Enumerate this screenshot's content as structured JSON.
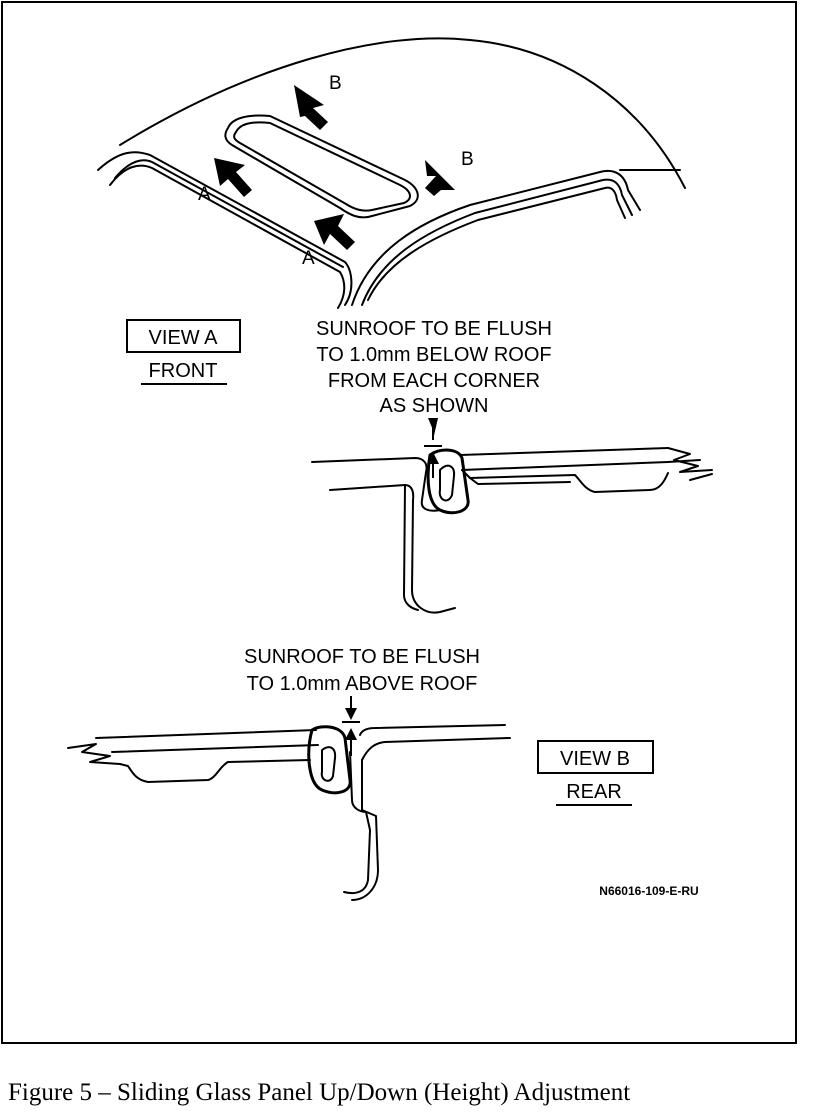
{
  "labels": {
    "a1": "A",
    "a2": "A",
    "b1": "B",
    "b2": "B",
    "view_a": "VIEW A",
    "front": "FRONT",
    "view_b": "VIEW B",
    "rear": "REAR",
    "note_a": [
      "SUNROOF TO BE FLUSH",
      "TO 1.0mm BELOW ROOF",
      "FROM EACH CORNER",
      "AS SHOWN"
    ],
    "note_b": [
      "SUNROOF TO BE FLUSH",
      "TO 1.0mm ABOVE ROOF"
    ],
    "part_code": "N66016-109-E-RU"
  },
  "caption": "Figure 5 – Sliding Glass Panel Up/Down (Height) Adjustment"
}
